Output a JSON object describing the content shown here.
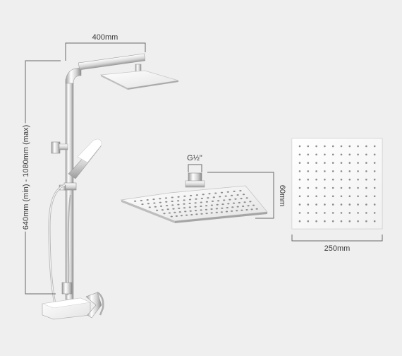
{
  "dimensions": {
    "arm_width": "400mm",
    "riser_height": "640mm (min) - 1080mm (max)",
    "inlet_thread": "G½\"",
    "head_height": "60mm",
    "head_width": "250mm"
  },
  "colors": {
    "background": "#efefef",
    "chrome_light": "#ffffff",
    "chrome_mid": "#d9d9d9",
    "chrome_dark": "#9a9a9a",
    "dimension_line": "#6a6a6a",
    "nozzle": "#8c8c8c"
  }
}
